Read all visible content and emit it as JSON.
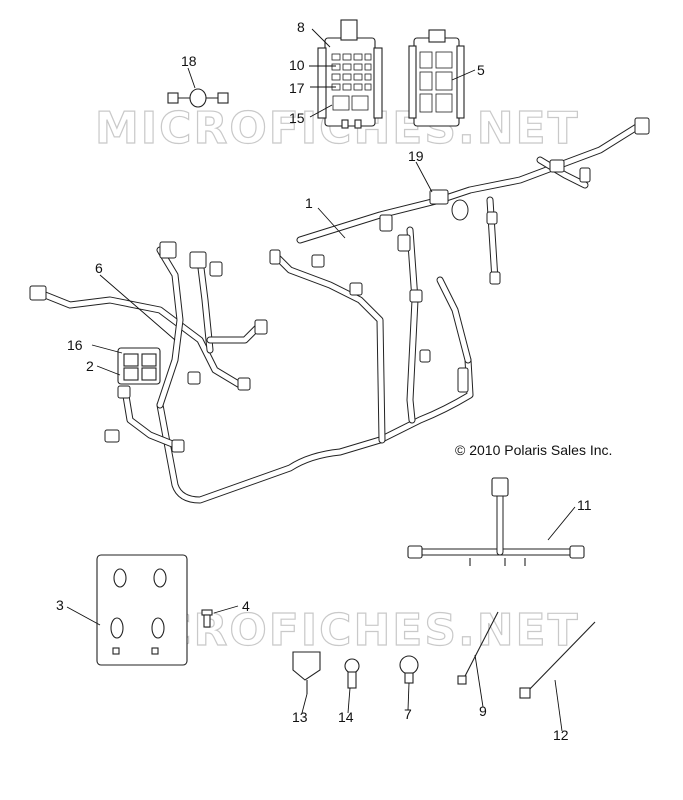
{
  "diagram": {
    "watermark_text": "MICROFICHES.NET",
    "copyright": "© 2010 Polaris Sales Inc.",
    "callouts": {
      "c1": "1",
      "c2": "2",
      "c3": "3",
      "c4": "4",
      "c5": "5",
      "c6": "6",
      "c7": "7",
      "c8": "8",
      "c9": "9",
      "c10": "10",
      "c11": "11",
      "c12": "12",
      "c13": "13",
      "c14": "14",
      "c15": "15",
      "c16": "16",
      "c17": "17",
      "c18": "18",
      "c19": "19"
    }
  }
}
